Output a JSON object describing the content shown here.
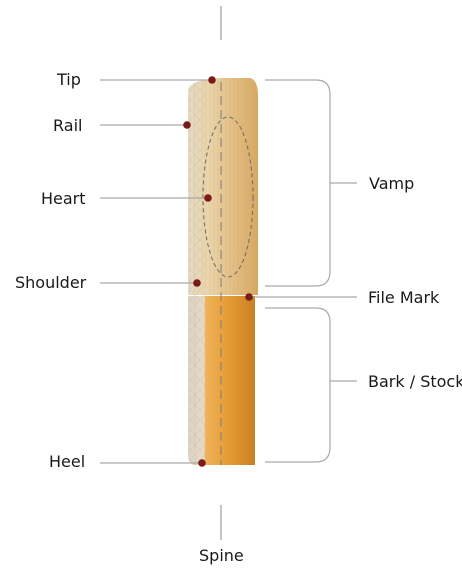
{
  "labels": {
    "tip": "Tip",
    "rail": "Rail",
    "heart": "Heart",
    "shoulder": "Shoulder",
    "heel": "Heel",
    "vamp": "Vamp",
    "file_mark": "File Mark",
    "bark_stock": "Bark / Stock",
    "spine": "Spine"
  },
  "colors": {
    "marker_dot": "#7a1a1a",
    "leader_line": "#a9a9a9",
    "reed_top": "#e9d0a2",
    "reed_bottom": "#d9962f",
    "text": "#1a1a1a"
  }
}
